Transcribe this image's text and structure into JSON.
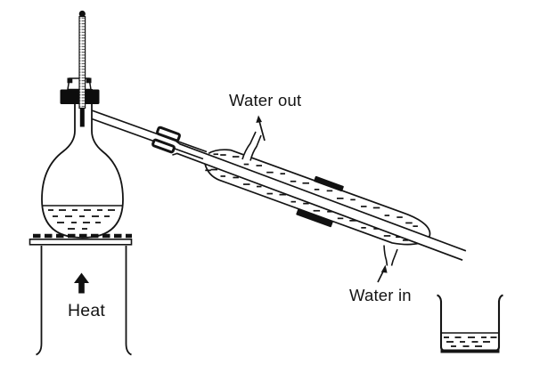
{
  "diagram": {
    "title": "distillation-apparatus",
    "labels": {
      "water_out": "Water out",
      "water_in": "Water in",
      "heat": "Heat"
    },
    "colors": {
      "ink": "#141414",
      "background": "#ffffff"
    },
    "components": [
      "thermometer",
      "stopper",
      "round-bottom-flask",
      "side-arm",
      "joint-clip",
      "liebig-condenser",
      "condenser-clamp-pads",
      "water-out-port",
      "water-in-port",
      "wire-gauze",
      "heat-stand",
      "collection-beaker"
    ]
  }
}
